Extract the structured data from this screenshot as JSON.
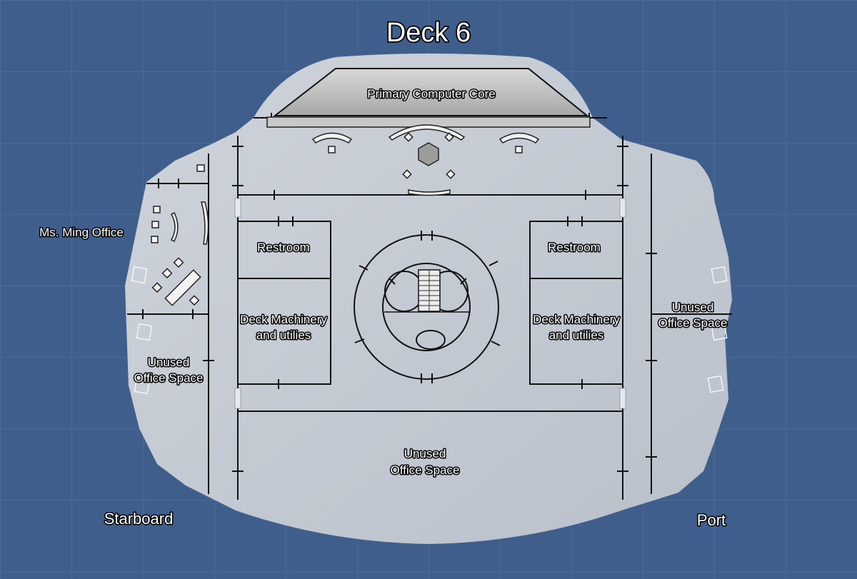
{
  "title": "Deck 6",
  "rooms": {
    "computer_core": "Primary Computer Core",
    "ming_office": "Ms. Ming Office",
    "restroom_left": "Restroom",
    "restroom_right": "Restroom",
    "machinery_left": [
      "Deck Machinery",
      "and utilies"
    ],
    "machinery_right": [
      "Deck Machinery",
      "and utilies"
    ],
    "unused_left": [
      "Unused",
      "Office Space"
    ],
    "unused_right": [
      "Unused",
      "Office Space"
    ],
    "unused_bottom": [
      "Unused",
      "Office Space"
    ]
  },
  "orientation": {
    "starboard": "Starboard",
    "port": "Port"
  },
  "colors": {
    "background": "#3f5e8c",
    "grid": "#4a6a98",
    "deck_floor": "#c3c9d2",
    "wall": "#111111",
    "core": "#b9b9b9"
  }
}
